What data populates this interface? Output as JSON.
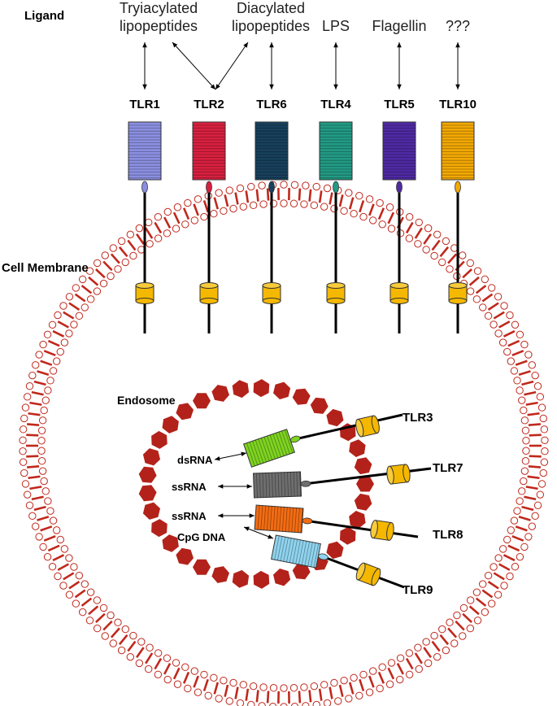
{
  "labels": {
    "ligand": "Ligand",
    "cell_membrane": "Cell Membrane",
    "endosome": "Endosome"
  },
  "ligands": [
    {
      "line1": "Tryiacylated",
      "line2": "lipopeptides"
    },
    {
      "line1": "Diacylated",
      "line2": "lipopeptides"
    },
    {
      "line1": "LPS",
      "line2": ""
    },
    {
      "line1": "Flagellin",
      "line2": ""
    },
    {
      "line1": "???",
      "line2": ""
    }
  ],
  "surface_tlrs": [
    {
      "name": "TLR1",
      "color": "#8B8FE0"
    },
    {
      "name": "TLR2",
      "color": "#D8203F"
    },
    {
      "name": "TLR6",
      "color": "#17405C"
    },
    {
      "name": "TLR4",
      "color": "#229A84"
    },
    {
      "name": "TLR5",
      "color": "#4F2AA3"
    },
    {
      "name": "TLR10",
      "color": "#F2A805"
    }
  ],
  "endosomal_tlrs": [
    {
      "name": "TLR3",
      "ligand": "dsRNA",
      "color": "#7ED321"
    },
    {
      "name": "TLR7",
      "ligand": "ssRNA",
      "color": "#6E6E6E"
    },
    {
      "name": "TLR8",
      "ligand": "ssRNA",
      "color": "#F26C13"
    },
    {
      "name": "TLR9",
      "ligand": "CpG DNA",
      "color": "#8FD3EE"
    }
  ],
  "colors": {
    "membrane": "#C0281C",
    "endosome": "#B3221A",
    "tir_domain": "#F5B800"
  }
}
